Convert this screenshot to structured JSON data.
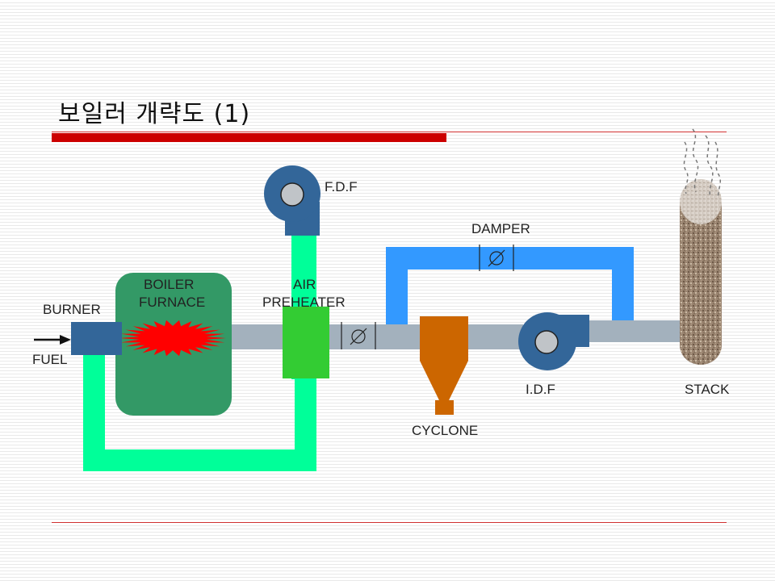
{
  "title": "보일러 개략도 (1)",
  "labels": {
    "fdf": "F.D.F",
    "damper": "DAMPER",
    "boiler_line1": "BOILER",
    "boiler_line2": "FURNACE",
    "air_line1": "AIR",
    "air_line2": "PREHEATER",
    "burner": "BURNER",
    "fuel": "FUEL",
    "idf": "I.D.F",
    "stack": "STACK",
    "cyclone": "CYCLONE"
  },
  "colors": {
    "air_duct": "#00ff99",
    "gas_duct": "#a3b1bd",
    "bypass_duct": "#3399ff",
    "fan": "#336699",
    "furnace": "#339966",
    "flame": "#ff0000",
    "preheater": "#33cc33",
    "cyclone": "#cc6600",
    "stack": "#9a8470",
    "accent_bar": "#cc0000"
  }
}
